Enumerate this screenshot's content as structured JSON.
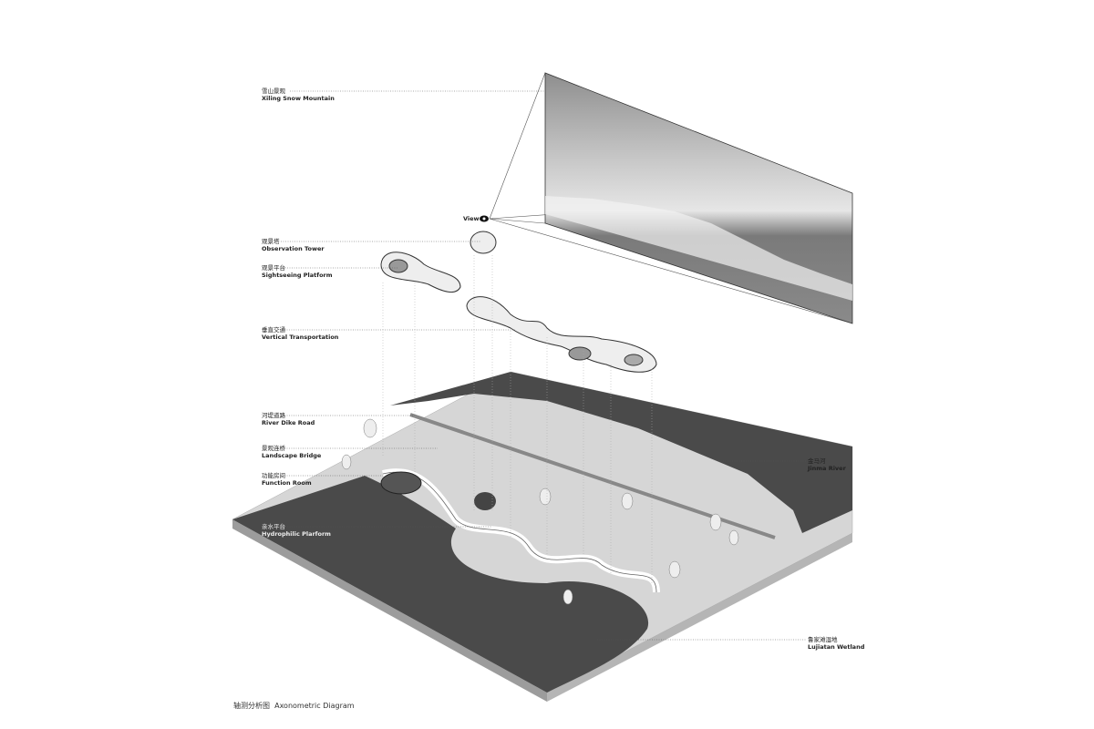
{
  "labels": {
    "snow_mountain": {
      "zh": "雪山景观",
      "en": "Xiling Snow Mountain"
    },
    "view": "View",
    "observation_tower": {
      "zh": "观景塔",
      "en": "Observation Tower"
    },
    "sightseeing_platform": {
      "zh": "观景平台",
      "en": "Sightseeing Platform"
    },
    "vertical_transport": {
      "zh": "垂直交通",
      "en": "Vertical Transportation"
    },
    "river_dike_road": {
      "zh": "河堤道路",
      "en": "River Dike Road"
    },
    "landscape_bridge": {
      "zh": "景观连桥",
      "en": "Landscape Bridge"
    },
    "function_room": {
      "zh": "功能房间",
      "en": "Function Room"
    },
    "hydrophilic_platform": {
      "zh": "亲水平台",
      "en": "Hydrophilic Plarform"
    },
    "jinma_river": {
      "zh": "金马河",
      "en": "Jinma River"
    },
    "lujiatan_wetland": {
      "zh": "鲁家滩湿地",
      "en": "Lujiatan Wetland"
    }
  },
  "caption": {
    "zh": "轴测分析图",
    "en": "Axonometric Diagram"
  },
  "colors": {
    "water": "#4a4a4a",
    "ground": "#d6d6d6",
    "side": "#bdbdbd",
    "sky": "#9a9a9a"
  }
}
